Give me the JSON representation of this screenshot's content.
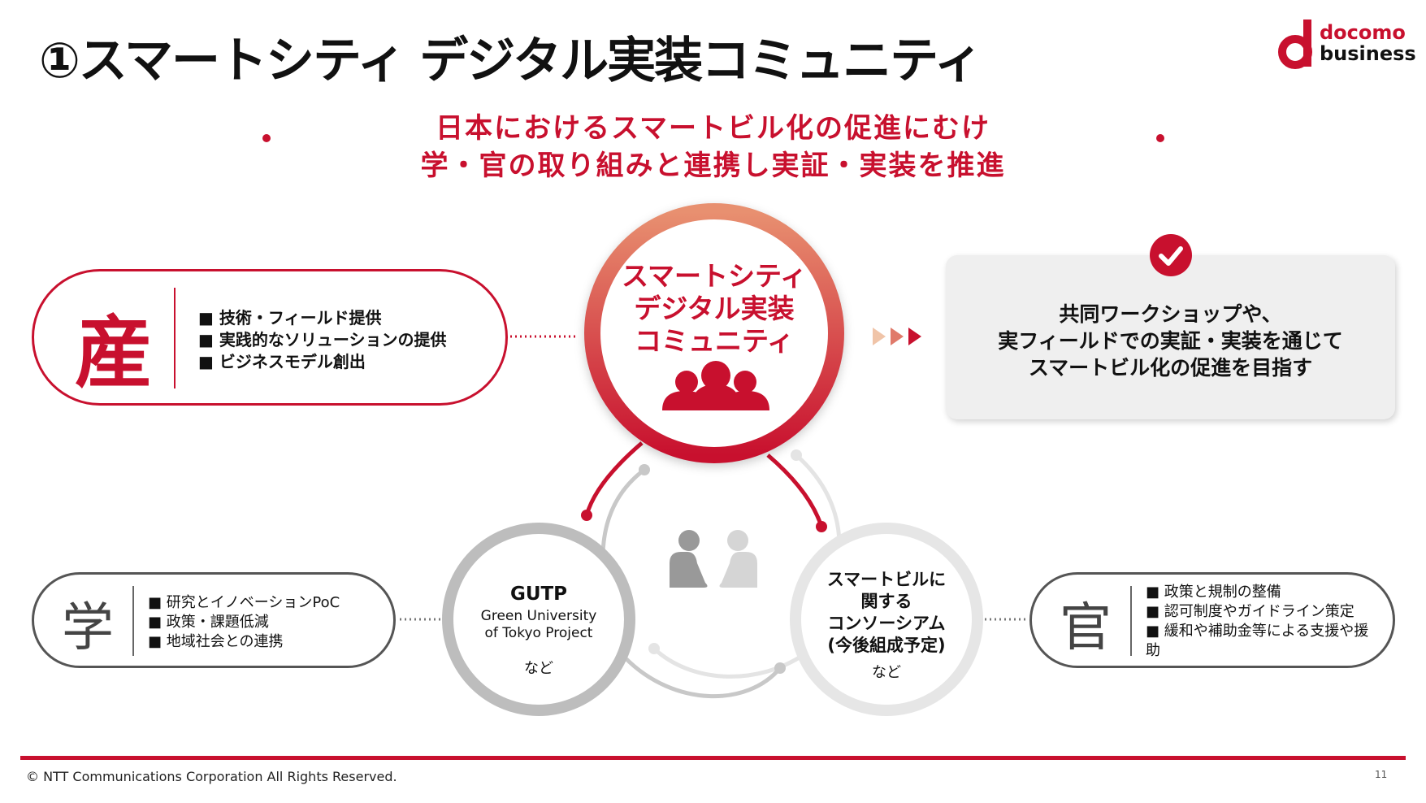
{
  "title": "①スマートシティ デジタル実装コミュニティ",
  "logo": {
    "line1": "docomo",
    "line2": "business"
  },
  "subtitle": {
    "line1": "日本におけるスマートビル化の促進にむけ",
    "line2": "学・官の取り組みと連携し実証・実装を推進"
  },
  "industry": {
    "kanji": "産",
    "items": [
      "技術・フィールド提供",
      "実践的なソリューションの提供",
      "ビジネスモデル創出"
    ]
  },
  "academia": {
    "kanji": "学",
    "items": [
      "研究とイノベーションPoC",
      "政策・課題低減",
      "地域社会との連携"
    ]
  },
  "government": {
    "kanji": "官",
    "items": [
      "政策と規制の整備",
      "認可制度やガイドライン策定",
      "緩和や補助金等による支援や援助"
    ]
  },
  "center": {
    "line1": "スマートシティ",
    "line2": "デジタル実装",
    "line3": "コミュニティ"
  },
  "gutp": {
    "name": "GUTP",
    "line1": "Green University",
    "line2": "of Tokyo Project",
    "etc": "など"
  },
  "consortium": {
    "line1": "スマートビルに",
    "line2": "関する",
    "line3": "コンソーシアム",
    "line4": "(今後組成予定)",
    "etc": "など"
  },
  "goal": {
    "line1": "共同ワークショップや、",
    "line2": "実フィールドでの実証・実装を通じて",
    "line3": "スマートビル化の促進を目指す"
  },
  "footer": {
    "copyright": "© NTT Communications Corporation All Rights Reserved.",
    "page": "11"
  },
  "colors": {
    "accent": "#c8102e",
    "gray": "#bdbdbd"
  }
}
